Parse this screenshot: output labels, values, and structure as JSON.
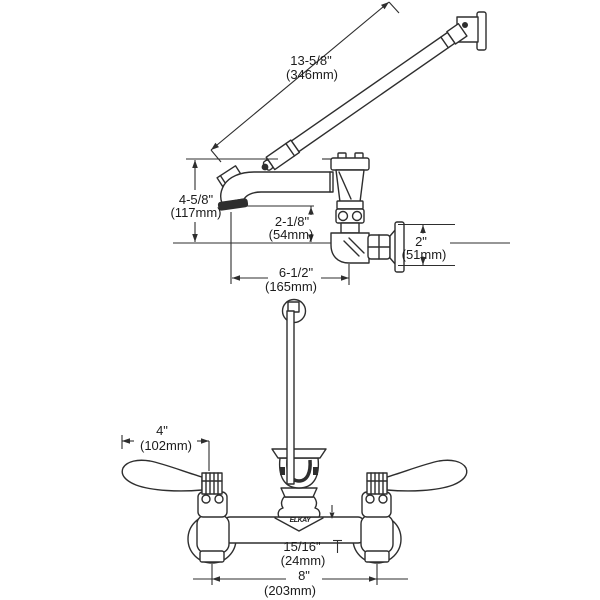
{
  "title": "Wall mount kitchen faucet specification line drawing",
  "brand": "ELKAY",
  "colors": {
    "line": "#2e2e2e",
    "text": "#1c1c1c",
    "background": "#ffffff"
  },
  "views": {
    "side": "side view with pre-rinse spray hose",
    "front": "front view with wrist blade handles"
  },
  "dims": {
    "hose_length": {
      "in": "13-5/8\"",
      "mm": "(346mm)"
    },
    "spout_height": {
      "in": "4-5/8\"",
      "mm": "(117mm)"
    },
    "outlet_to_centerline": {
      "in": "2-1/8\"",
      "mm": "(54mm)"
    },
    "flange_diameter": {
      "in": "2\"",
      "mm": "(51mm)"
    },
    "spout_reach": {
      "in": "6-1/2\"",
      "mm": "(165mm)"
    },
    "handle_length": {
      "in": "4\"",
      "mm": "(102mm)"
    },
    "outlet_offset": {
      "in": "15/16\"",
      "mm": "(24mm)"
    },
    "inlet_spread": {
      "in": "8\"",
      "mm": "(203mm)"
    }
  }
}
